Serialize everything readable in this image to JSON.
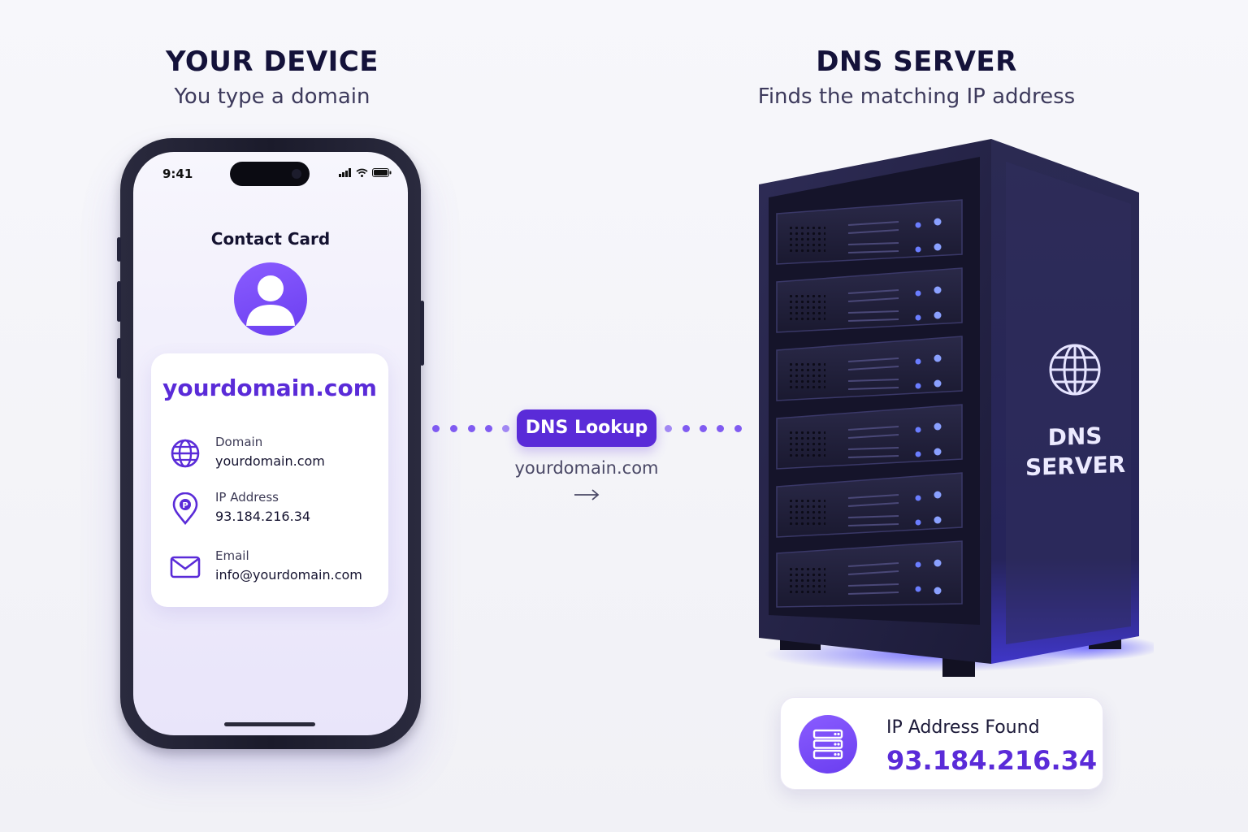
{
  "device": {
    "title": "YOUR DEVICE",
    "subtitle": "You type a domain",
    "phone": {
      "time": "9:41",
      "icons": [
        "signal-icon",
        "wifi-icon",
        "battery-icon"
      ],
      "contact_title": "Contact Card",
      "card": {
        "domain": "yourdomain.com",
        "rows": [
          {
            "icon": "globe-icon",
            "label": "Domain",
            "value": "yourdomain.com"
          },
          {
            "icon": "location-pin-icon",
            "label": "IP Address",
            "value": "93.184.216.34"
          },
          {
            "icon": "envelope-icon",
            "label": "Email",
            "value": "info@yourdomain.com"
          }
        ]
      }
    }
  },
  "lookup": {
    "label": "DNS Lookup",
    "domain": "yourdomain.com"
  },
  "server": {
    "title": "DNS SERVER",
    "subtitle": "Finds the matching IP address",
    "side_label_line1": "DNS",
    "side_label_line2": "SERVER",
    "side_icon": "globe-icon"
  },
  "result": {
    "icon": "server-stack-icon",
    "label": "IP Address Found",
    "ip": "93.184.216.34"
  },
  "colors": {
    "accent": "#5a2bd8",
    "dot": "#6b3ff0",
    "server_body": "#242246",
    "led": "#6a7dff"
  }
}
